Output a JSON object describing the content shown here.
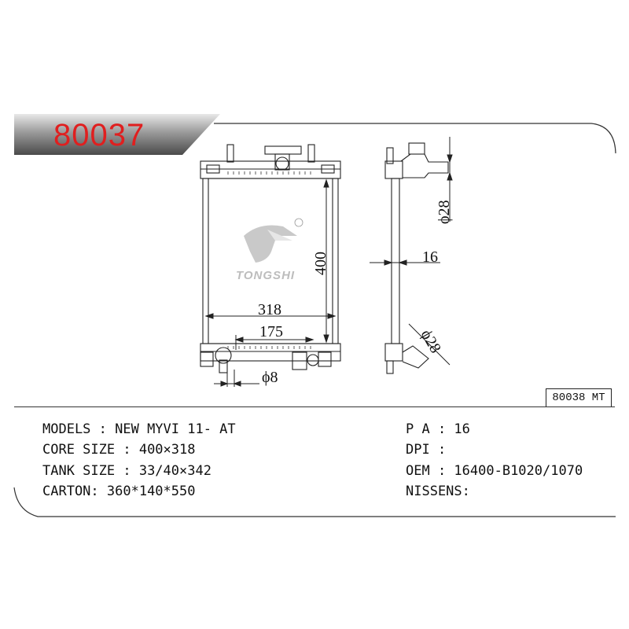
{
  "part_number": "80037",
  "alt_reference": "80038 MT",
  "brand": "TONGSHI",
  "dimensions": {
    "height": "400",
    "width": "318",
    "inner_width": "175",
    "outlet_diameter": "ϕ8",
    "hose_diameter_top": "ϕ28",
    "hose_diameter_bottom": "ϕ28",
    "core_thickness": "16"
  },
  "specs_left": [
    {
      "label": "MODELS : ",
      "value": "NEW MYVI 11- AT"
    },
    {
      "label": "CORE SIZE : ",
      "value": "400×318"
    },
    {
      "label": "TANK SIZE : ",
      "value": "33/40×342"
    },
    {
      "label": "CARTON: ",
      "value": "360*140*550"
    }
  ],
  "specs_right": [
    {
      "label": "P A : ",
      "value": "16"
    },
    {
      "label": "DPI : ",
      "value": ""
    },
    {
      "label": "OEM : ",
      "value": "16400-B1020/1070"
    },
    {
      "label": "NISSENS:",
      "value": ""
    }
  ],
  "colors": {
    "accent": "#e01f1f"
  }
}
